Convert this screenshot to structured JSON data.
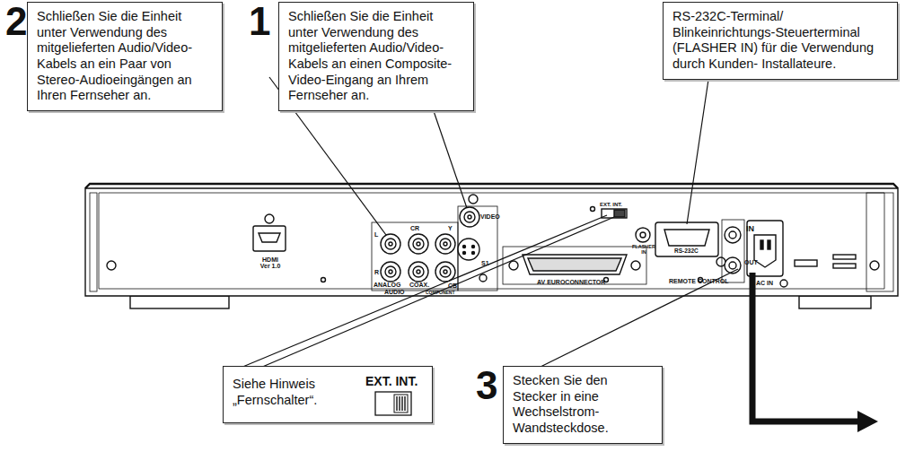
{
  "diagram": {
    "nodes": [
      {
        "text": [
          "Schließen Sie die Einheit unter Verwendung des mitgelieferten Audio/Video-Kabels an ein Paar von Stereo-Audioeingängen an Ihren Fernseher an."
        ]
      },
      {
        "text": [
          "Schließen Sie die Einheit unter Verwendung des mitgelieferten Audio/Video-Kabels an einen Composite-Video-Eingang an Ihrem Fernseher an."
        ]
      },
      {
        "text": [
          "RS-232C-Terminal/ Blinkeinrichtungs-Steuerterminal (FLASHER IN) für die Verwendung durch Kunden- Installateure."
        ]
      },
      {
        "text": [
          "Siehe Hinweis „Fernschalter“.",
          "EXT. INT."
        ]
      },
      {
        "text": [
          "Stecken Sie den Stecker in eine Wechselstrom-Wandsteckdose."
        ]
      }
    ],
    "labels": [
      "2",
      "1",
      "3",
      "HDMI Ver 1.0",
      "L",
      "R",
      "ANALOG",
      "AUDIO",
      "CR",
      "COAX.",
      "Y",
      "CB",
      "COMPONENT",
      "VIDEO",
      "S1",
      "AV EUROCONNECTOR",
      "EXT. INT.",
      "FLASHER IN",
      "RS-232C",
      "IN",
      "OUT",
      "REMOTE CONTROL",
      "AC IN"
    ]
  }
}
